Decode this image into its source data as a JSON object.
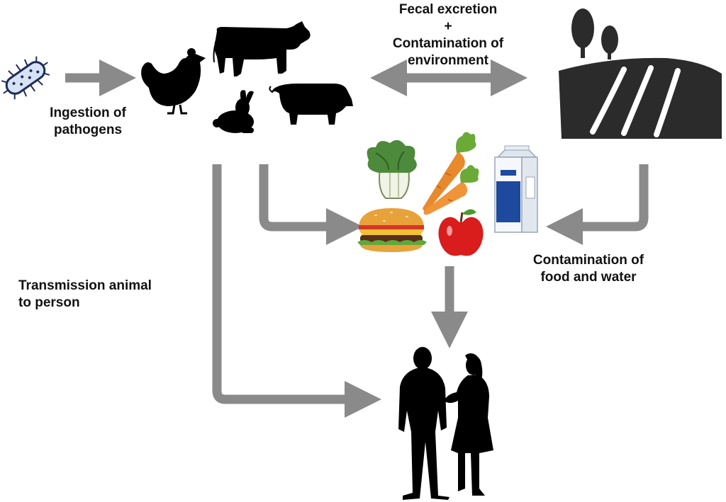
{
  "labels": {
    "ingestion": [
      "Ingestion of",
      "pathogens"
    ],
    "fecal": [
      "Fecal excretion",
      "+",
      "Contamination of",
      "environment"
    ],
    "transmission": [
      "Transmission animal",
      "to person"
    ],
    "contamination_food": [
      "Contamination of",
      "food and water"
    ]
  },
  "colors": {
    "arrow": "#8a8a8a",
    "silhouette": "#000000",
    "field": "#2b2b2b",
    "text": "#111111"
  },
  "icons": [
    "bacterium-icon",
    "chicken-icon",
    "cow-icon",
    "rabbit-icon",
    "pig-icon",
    "farm-field-icon",
    "bok-choy-icon",
    "carrot-icon",
    "milk-carton-icon",
    "burger-icon",
    "apple-icon",
    "man-silhouette-icon",
    "woman-silhouette-icon"
  ]
}
